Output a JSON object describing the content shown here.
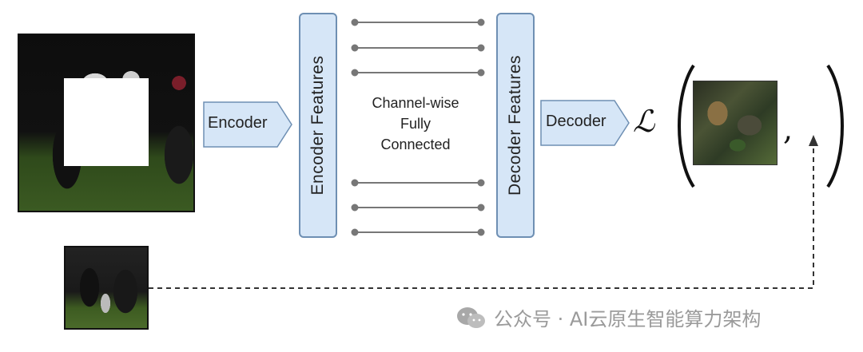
{
  "diagram": {
    "encoder_label": "Encoder",
    "encoder_features_label": "Encoder Features",
    "center_label_lines": [
      "Channel-wise",
      "Fully",
      "Connected"
    ],
    "decoder_features_label": "Decoder Features",
    "decoder_label": "Decoder",
    "loss_symbol": "ℒ",
    "comma": ","
  },
  "watermark": {
    "text": "公众号 · AI云原生智能算力架构",
    "icon": "wechat-icon"
  },
  "colors": {
    "box_fill": "#d6e6f7",
    "box_border": "#6e8fb3",
    "line": "#777777"
  }
}
